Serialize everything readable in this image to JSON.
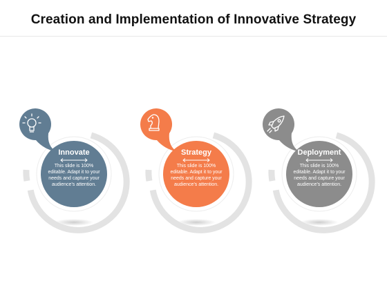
{
  "title": "Creation and Implementation of Innovative Strategy",
  "colors": {
    "innovate": "#617d93",
    "strategy": "#f47c4a",
    "deployment": "#8c8c8c",
    "ring": "#e3e3e3"
  },
  "steps": [
    {
      "title": "Innovate",
      "icon": "lightbulb-icon",
      "description": [
        "This slide is 100%",
        "editable. Adapt it to your",
        "needs and capture your",
        "audience’s attention."
      ]
    },
    {
      "title": "Strategy",
      "icon": "chess-knight-icon",
      "description": [
        "This slide is 100%",
        "editable. Adapt it to your",
        "needs and capture your",
        "audience’s attention."
      ]
    },
    {
      "title": "Deployment",
      "icon": "rocket-icon",
      "description": [
        "This slide is 100%",
        "editable. Adapt it to your",
        "needs and capture your",
        "audience’s attention."
      ]
    }
  ]
}
